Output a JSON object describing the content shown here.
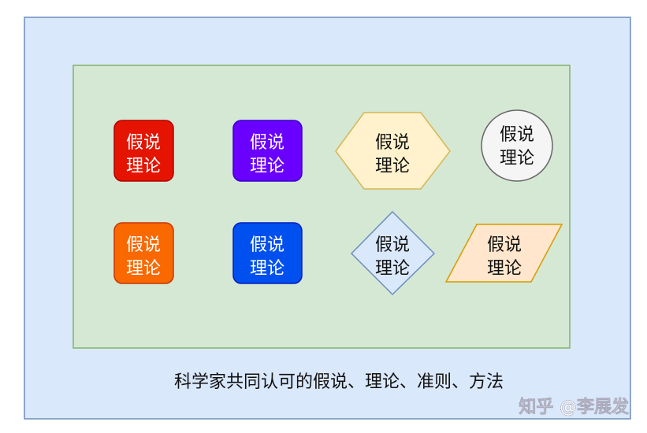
{
  "shapes": [
    {
      "line1": "假说",
      "line2": "理论",
      "shape": "rounded-rect",
      "fill": "#e51400",
      "stroke": "#b20000"
    },
    {
      "line1": "假说",
      "line2": "理论",
      "shape": "rounded-rect",
      "fill": "#6a00ff",
      "stroke": "#3700cc"
    },
    {
      "line1": "假说",
      "line2": "理论",
      "shape": "hexagon",
      "fill": "#fff2cc",
      "stroke": "#d6b656"
    },
    {
      "line1": "假说",
      "line2": "理论",
      "shape": "circle",
      "fill": "#f5f5f5",
      "stroke": "#666666"
    },
    {
      "line1": "假说",
      "line2": "理论",
      "shape": "rounded-rect",
      "fill": "#fa6800",
      "stroke": "#c73500"
    },
    {
      "line1": "假说",
      "line2": "理论",
      "shape": "rounded-rect",
      "fill": "#0050ef",
      "stroke": "#001dbc"
    },
    {
      "line1": "假说",
      "line2": "理论",
      "shape": "diamond",
      "fill": "#dae8fc",
      "stroke": "#6c8ebf"
    },
    {
      "line1": "假说",
      "line2": "理论",
      "shape": "parallelogram",
      "fill": "#ffe6cc",
      "stroke": "#d79b00"
    }
  ],
  "caption": "科学家共同认可的假说、理论、准则、方法",
  "watermark": "知乎 @李展发",
  "colors": {
    "outer_fill": "#dae8fc",
    "outer_stroke": "#6c8ebf",
    "inner_fill": "#d5e8d4",
    "inner_stroke": "#82b366"
  }
}
